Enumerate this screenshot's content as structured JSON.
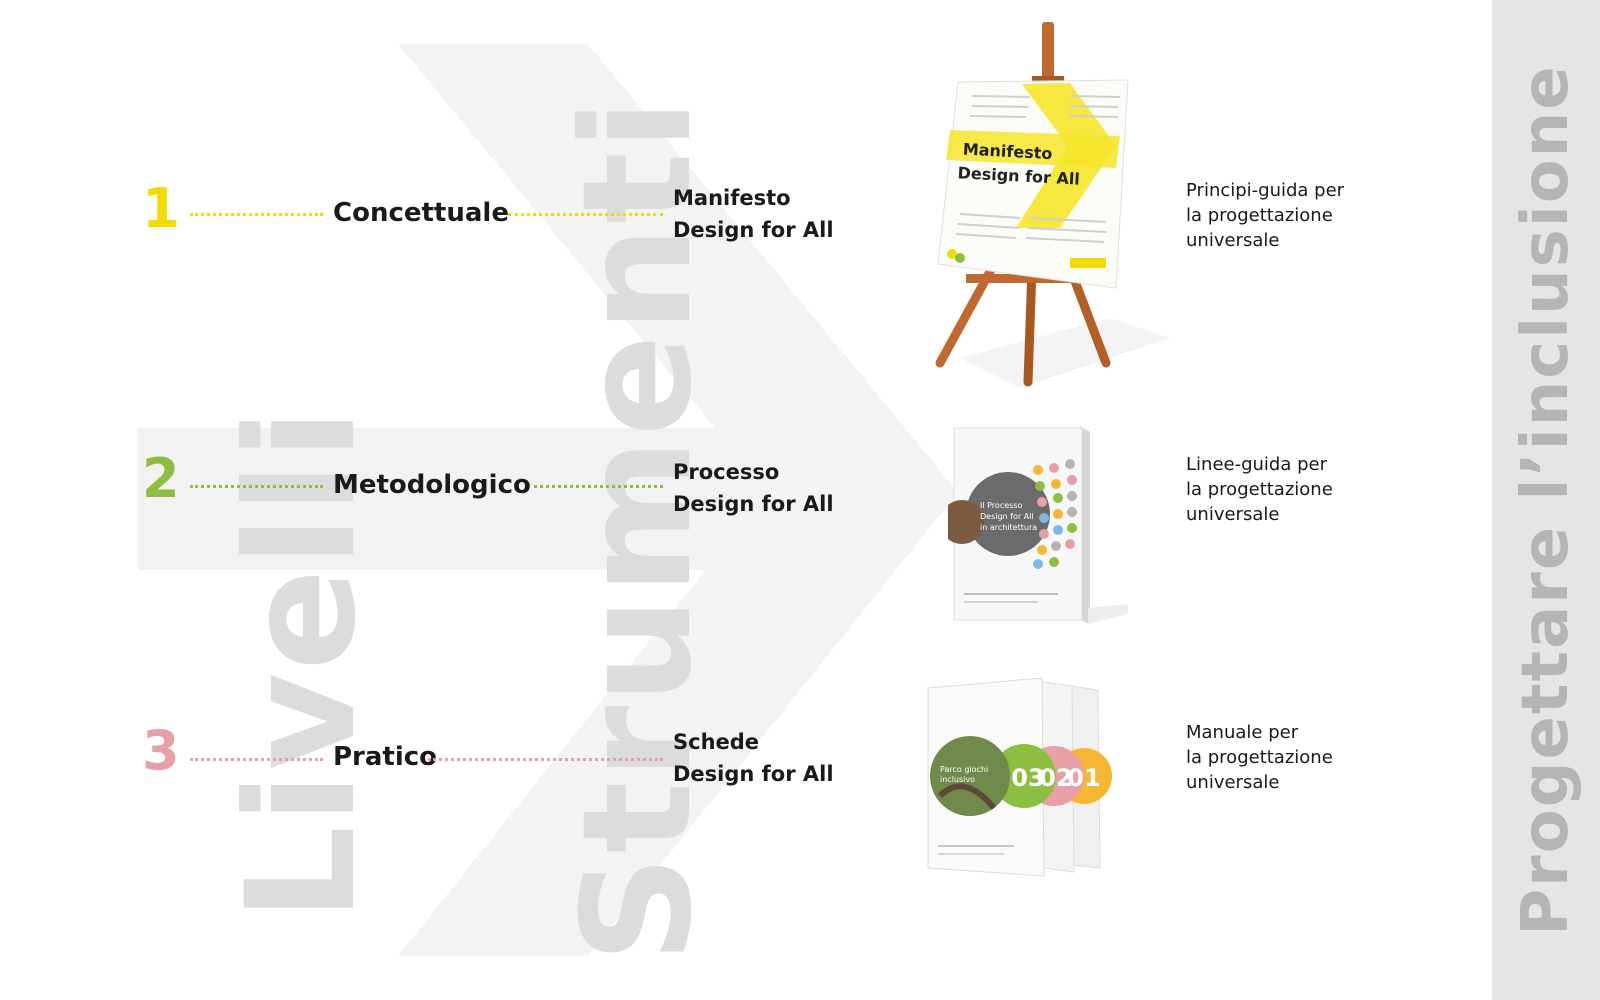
{
  "sidebar": {
    "title": "Progettare l’inclusione"
  },
  "background_words": {
    "left": "Livelli",
    "middle": "Strumenti"
  },
  "rows": [
    {
      "number": "1",
      "level": "Concettuale",
      "tool_line1": "Manifesto",
      "tool_line2": "Design for All",
      "desc_line1": "Principi-guida per",
      "desc_line2": "la progettazione",
      "desc_line3": "universale",
      "visual_title1": "Manifesto",
      "visual_title2": "Design for All"
    },
    {
      "number": "2",
      "level": "Metodologico",
      "tool_line1": "Processo",
      "tool_line2": "Design for All",
      "desc_line1": "Linee-guida per",
      "desc_line2": "la progettazione",
      "desc_line3": "universale",
      "visual_title1": "Il Processo",
      "visual_title2": "Design for All",
      "visual_title3": "in architettura"
    },
    {
      "number": "3",
      "level": "Pratico",
      "tool_line1": "Schede",
      "tool_line2": "Design for All",
      "desc_line1": "Manuale per",
      "desc_line2": "la progettazione",
      "desc_line3": "universale",
      "visual_title1": "Parco giochi",
      "visual_title2": "inclusivo",
      "visual_numbers": [
        "03",
        "02",
        "01"
      ]
    }
  ],
  "colors": {
    "yellow": "#f2dc00",
    "green": "#8cbf3f",
    "pink": "#e8a0a6",
    "orange": "#f5b731",
    "gray_text": "#b5b5b5"
  }
}
